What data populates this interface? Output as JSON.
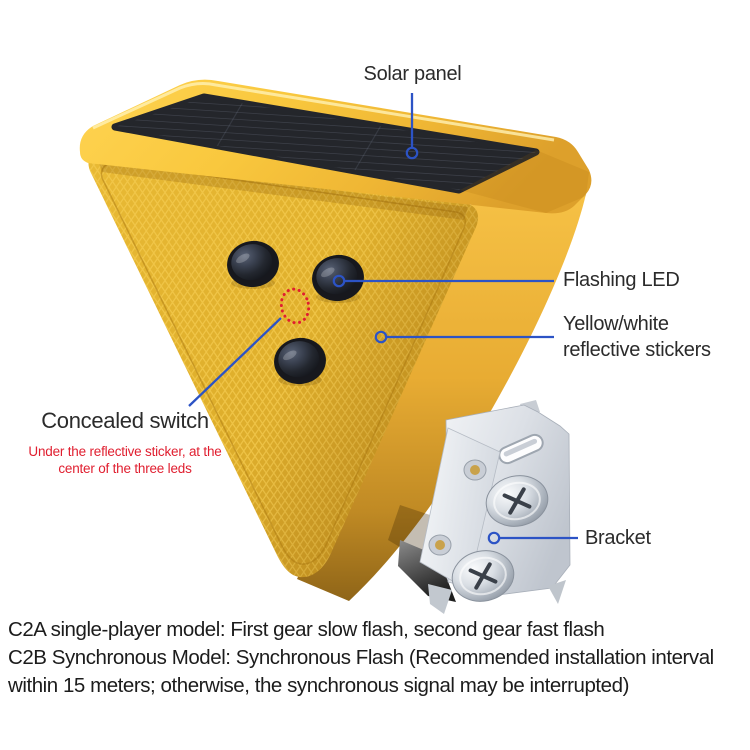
{
  "labels": {
    "solar_panel": "Solar panel",
    "flashing_led": "Flashing LED",
    "reflective_stickers": "Yellow/white reflective stickers",
    "concealed_switch": "Concealed switch",
    "concealed_switch_note": "Under the reflective sticker, at the center of the three leds",
    "bracket": "Bracket"
  },
  "footer": {
    "lines": [
      "C2A single-player model: First gear slow flash, second gear fast flash",
      "C2B Synchronous Model: Synchronous Flash (Recommended installation interval",
      "within 15 meters; otherwise, the synchronous signal may be interrupted)"
    ]
  },
  "colors": {
    "accent_blue": "#2C53C5",
    "note_red": "#E01E2F",
    "label_ink": "#2B2B2B",
    "footer_ink": "#1C1C1C",
    "panel_dark": "#24262B"
  }
}
